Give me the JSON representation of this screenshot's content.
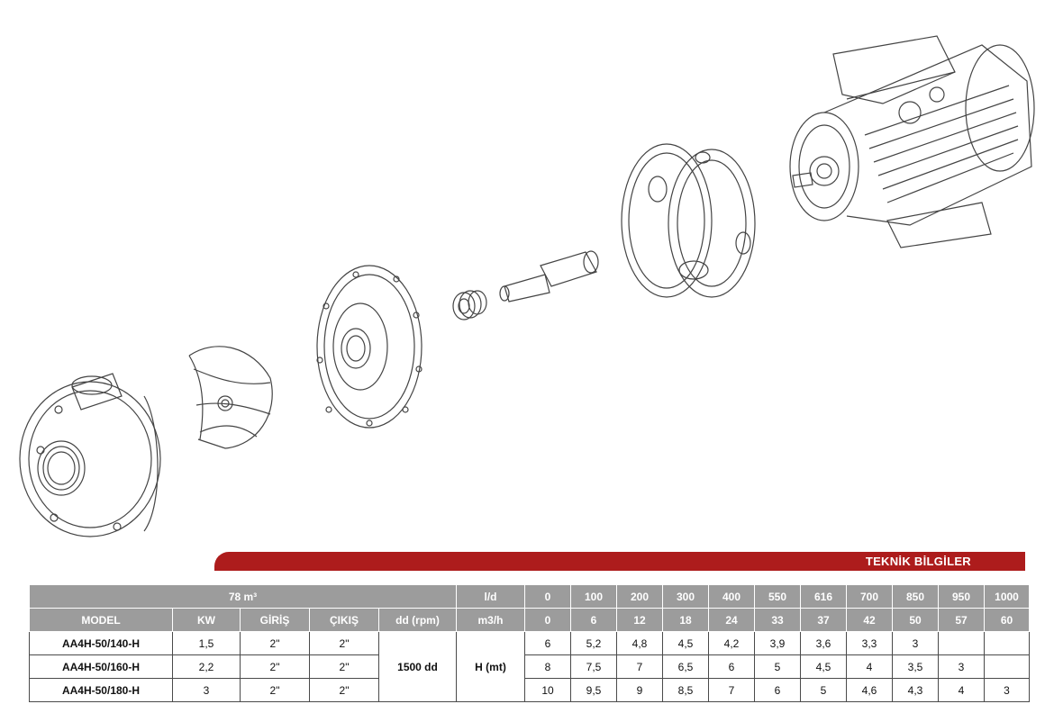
{
  "banner": {
    "title": "TEKNİK BİLGİLER"
  },
  "table": {
    "header1": {
      "flow_m3": "78 m³",
      "unit_ld": "l/d",
      "ld_values": [
        "0",
        "100",
        "200",
        "300",
        "400",
        "550",
        "616",
        "700",
        "850",
        "950",
        "1000"
      ]
    },
    "header2": {
      "model": "MODEL",
      "kw": "KW",
      "giris": "GİRİŞ",
      "cikis": "ÇIKIŞ",
      "rpm": "dd (rpm)",
      "unit_m3h": "m3/h",
      "m3h_values": [
        "0",
        "6",
        "12",
        "18",
        "24",
        "33",
        "37",
        "42",
        "50",
        "57",
        "60"
      ]
    },
    "rpm_value": "1500 dd",
    "head_label": "H (mt)",
    "rows": [
      {
        "model": "AA4H-50/140-H",
        "kw": "1,5",
        "giris": "2\"",
        "cikis": "2\"",
        "h": [
          "6",
          "5,2",
          "4,8",
          "4,5",
          "4,2",
          "3,9",
          "3,6",
          "3,3",
          "3",
          "",
          ""
        ]
      },
      {
        "model": "AA4H-50/160-H",
        "kw": "2,2",
        "giris": "2\"",
        "cikis": "2\"",
        "h": [
          "8",
          "7,5",
          "7",
          "6,5",
          "6",
          "5",
          "4,5",
          "4",
          "3,5",
          "3",
          ""
        ]
      },
      {
        "model": "AA4H-50/180-H",
        "kw": "3",
        "giris": "2\"",
        "cikis": "2\"",
        "h": [
          "10",
          "9,5",
          "9",
          "8,5",
          "7",
          "6",
          "5",
          "4,6",
          "4,3",
          "4",
          "3"
        ]
      }
    ]
  },
  "colors": {
    "banner_red": "#ad1c1c",
    "header_grey": "#9c9c9c"
  }
}
